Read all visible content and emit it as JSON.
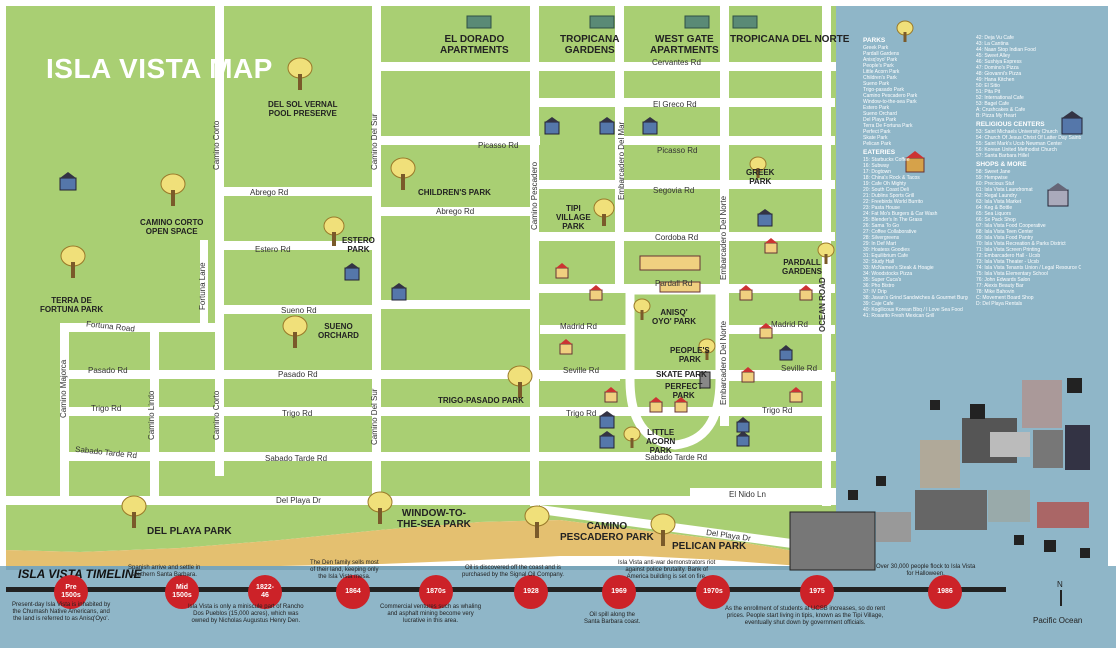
{
  "title": "ISLA VISTA MAP",
  "compass_label": "N",
  "ocean_label": "Pacific Ocean",
  "colors": {
    "land": "#a9cf73",
    "road": "#ffffff",
    "water": "#8fb6c8",
    "sand": "#e4c070",
    "timeline_dot": "#cc2228",
    "legend_bg": "#8fb6c8"
  },
  "streets": {
    "cervantes": "Cervantes Rd",
    "el_greco": "El Greco Rd",
    "picasso_w": "Picasso Rd",
    "picasso_e": "Picasso Rd",
    "segovia": "Segovia Rd",
    "cordoba": "Cordoba Rd",
    "abrego_w": "Abrego Rd",
    "abrego_e": "Abrego Rd",
    "estero": "Estero Rd",
    "sueno": "Sueno Rd",
    "fortuna": "Fortuna Road",
    "pardall": "Pardall Rd",
    "madrid_w": "Madrid Rd",
    "madrid_e": "Madrid Rd",
    "seville_w": "Seville Rd",
    "seville_e": "Seville Rd",
    "pasado_w": "Pasado Rd",
    "pasado_e": "Pasado Rd",
    "trigo_w": "Trigo Rd",
    "trigo_m": "Trigo Rd",
    "trigo_c": "Trigo Rd",
    "trigo_e": "Trigo Rd",
    "sabado_w": "Sabado Tarde Rd",
    "sabado_m": "Sabado Tarde Rd",
    "sabado_e": "Sabado Tarde Rd",
    "del_playa_w": "Del Playa Dr",
    "del_playa_e": "Del Playa Dr",
    "el_nido": "El Nido Ln",
    "camino_corto_n": "Camino Corto",
    "camino_corto_s": "Camino Corto",
    "camino_del_sur_n": "Camino Del Sur",
    "camino_del_sur_s": "Camino Del Sur",
    "camino_pescadero": "Camino Pescadero",
    "embarcadero_del_mar": "Embarcadero Del Mar",
    "embarcadero_del_norte_n": "Embarcadero Del Norte",
    "embarcadero_del_norte_s": "Embarcadero Del Norte",
    "camino_majorca": "Camino Majorca",
    "camino_lindo": "Camino Lindo",
    "fortuna_lane": "Fortuna Lane",
    "ocean_road": "OCEAN ROAD"
  },
  "places": {
    "el_dorado": "EL DORADO\nAPARTMENTS",
    "tropicana_gardens": "TROPICANA\nGARDENS",
    "west_gate": "WEST GATE\nAPARTMENTS",
    "tropicana_del_norte": "TROPICANA DEL NORTE",
    "del_sol": "DEL SOL VERNAL\nPOOL PRESERVE",
    "camino_corto_os": "CAMINO CORTO\nOPEN SPACE",
    "childrens_park": "CHILDREN'S PARK",
    "estero_park": "ESTERO\nPARK",
    "tipi_village": "TIPI\nVILLAGE\nPARK",
    "greek_park": "GREEK\nPARK",
    "pardall_gardens": "PARDALL\nGARDENS",
    "terra_de_fortuna": "TERRA DE\nFORTUNA PARK",
    "sueno_orchard": "SUENO\nORCHARD",
    "anisq_oyo": "ANISQ'\nOYO' PARK",
    "peoples_park": "PEOPLE'S\nPARK",
    "skate_park": "SKATE PARK",
    "perfect_park": "PERFECT\nPARK",
    "trigo_pasado": "TRIGO-PASADO PARK",
    "little_acorn": "LITTLE\nACORN\nPARK",
    "del_playa_park": "DEL PLAYA PARK",
    "window_to_sea": "WINDOW-TO-\nTHE-SEA PARK",
    "camino_pescadero_park": "CAMINO\nPESCADERO PARK",
    "pelican_park": "PELICAN PARK"
  },
  "legend": {
    "parks_title": "PARKS",
    "parks": [
      "Greek Park",
      "Pardall Gardens",
      "Anisq'oyo' Park",
      "People's Park",
      "Little Acorn Park",
      "Children's Park",
      "Sueno Park",
      "Trigo-pasado Park",
      "Camino Pescadero Park",
      "Window-to-the-sea Park",
      "Estero Park",
      "Sueno Orchard",
      "Del Playa Park",
      "Terra De Fortuna Park",
      "Perfect Park",
      "Skate Park",
      "Pelican Park"
    ],
    "eateries_title": "EATERIES",
    "eateries": [
      "15: Starbucks Coffee",
      "16: Subway",
      "17: Dogtown",
      "18: China's Rock & Tacos",
      "19: Cafe Oh Mighty",
      "20: South Coast Deli",
      "21: Dublins Sports Grill",
      "22: Freebirds World Burrito",
      "23: Pasta House",
      "24: Fat Mo's Burgers & Car Wash",
      "25: Blender's In The Grass",
      "26: Sama To Go",
      "27: Coffee Collaborative",
      "28: Silvergreens",
      "29: In Def Mart",
      "30: Hoatess Goodies",
      "31: Equilibrium Cafe",
      "32: Study Hall",
      "33: McNamee's Steak & Hoagie",
      "34: Woodstocks Pizza",
      "35: Super Cuca's",
      "36: Pho Bistro",
      "37: IV Drip",
      "38: Javan's Grind Sandwiches & Gourmet Burgers",
      "39: Caje Cafe",
      "40: Kogilicous Korean Bbq / I Love Sea Food",
      "41: Rosarito Fresh Mexican Grill"
    ],
    "eateries2": [
      "42: Deja Vu Cafe",
      "43: La Cantina",
      "44: Naan Stop Indian Food",
      "45: Sweet Alley",
      "46: Sushiya Express",
      "47: Domino's Pizza",
      "48: Giovanni's Pizza",
      "49: Hana Kitchen",
      "50: El Sitio",
      "51: Pita Pit",
      "52: International Cafe",
      "53: Bagel Cafe",
      "A: Crushcakes & Cafe",
      "B: Pizza My Heart"
    ],
    "religious_title": "RELIGIOUS CENTERS",
    "religious": [
      "53: Saint Michaels University Church",
      "54: Church Of Jesus Christ Of Latter Day Saints",
      "55: Saint Mark's Ucsb Newman Center",
      "56: Korean United Methodist Church",
      "57: Santa Barbara Hillel"
    ],
    "shops_title": "SHOPS & MORE",
    "shops": [
      "58: Sweet Jane",
      "59: Hempwise",
      "60: Precious Stuf",
      "61: Isla Vista Laundromat",
      "62: Regal Laundry",
      "63: Isla Vista Market",
      "64: Keg & Bottle",
      "65: Sea Liquors",
      "66: Sx Pack Shop",
      "67: Isla Vista Food Cooperative",
      "68: Isla Vista Teen Center",
      "69: Isla Vista Food Pantry",
      "70: Isla Vista Recreation & Parks District",
      "71: Isla Vista Screen Printing",
      "72: Embarcadero Hall - Ucsb",
      "73: Isla Vista Theater - Ucsb",
      "74: Isla Vista Tenants Union / Legal Resource Center",
      "75: Isla Vista Elementary School",
      "76: John Edwards Salon",
      "77: Alexis Beauty Bar",
      "78: Mike Bahovin",
      "C: Movement Board Shop",
      "D: Del Playa Rentals"
    ]
  },
  "timeline": {
    "title": "ISLA VISTA TIMELINE",
    "dots": [
      "Pre\n1500s",
      "Mid\n1500s",
      "1822-\n46",
      "1864",
      "1870s",
      "1928",
      "1969",
      "1970s",
      "1975",
      "1986"
    ],
    "events": {
      "pre1500": "Present-day Isla Vista is inhabited by\nthe Chumash Native Americans, and\nthe land is referred to as Anisq'Oyo'.",
      "mid1500": "Spanish arrive and settle in\nsouthern Santa Barbara.",
      "1822": "Isla Vista is only a miniscule part of Rancho\nDos Pueblos (15,000 acres), which was\nowned by Nicholas Augustus Henry Den.",
      "1864": "The Den family sells most\nof their land, keeping only\nthe Isla Vista mesa.",
      "1870": "Commercial ventures such as whaling\nand asphalt mining become very\nlucrative in this area.",
      "1928": "Oil is discovered off the coast and is\npurchased by the Signal Oil Company.",
      "1969": "Oil spill along the\nSanta Barbara coast.",
      "1970": "Isla Vista anti-war demonstrators riot\nagainst police brutality. Bank of\nAmerica building is set on fire.",
      "1975": "As the enrollment of students at UCSB increases, so do rent\nprices. People start living in tipis, known as the Tipi Village,\neventually shut down by government officials.",
      "1986": "Over 30,000 people flock to Isla Vista\nfor Halloween."
    }
  }
}
